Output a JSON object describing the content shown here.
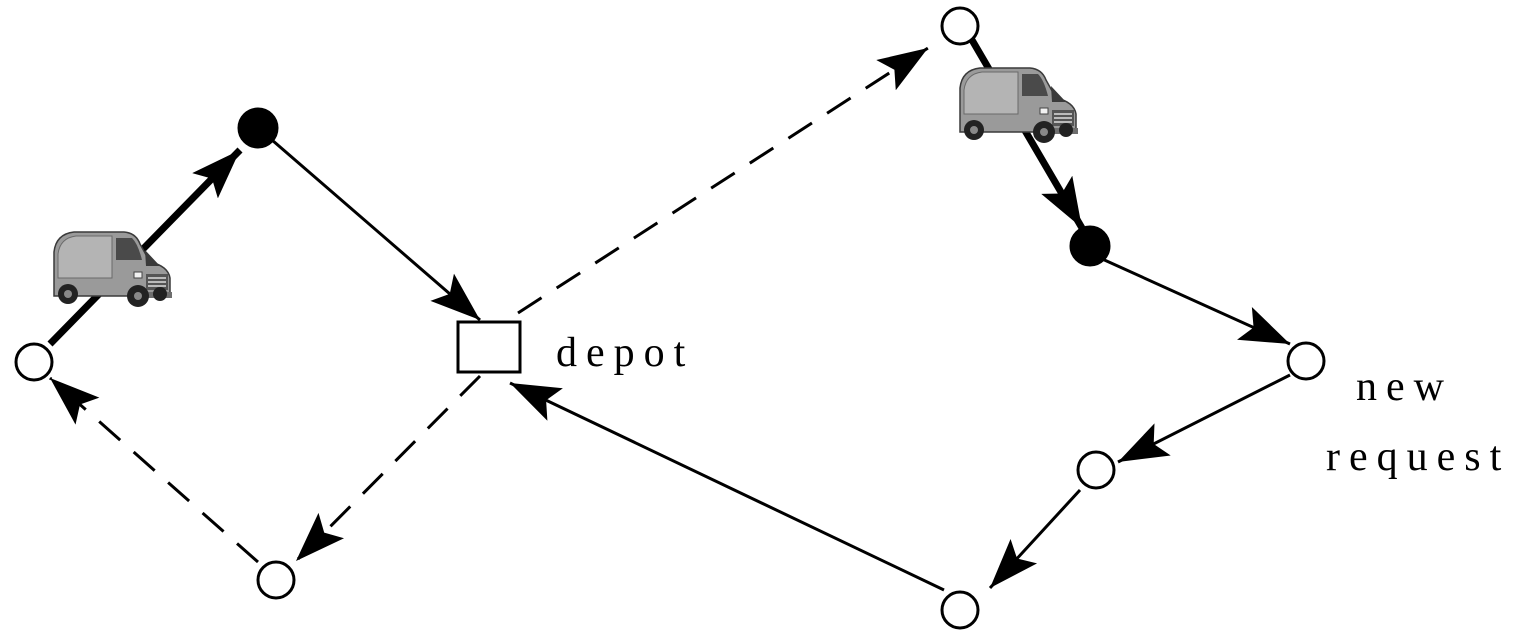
{
  "labels": {
    "depot": "depot",
    "new_request_line1": "new",
    "new_request_line2": "request"
  },
  "legend": {
    "icons": {
      "unvisited_customer": "open-circle",
      "visited_customer": "filled-circle",
      "depot": "square",
      "vehicle": "van-icon"
    },
    "line_styles": {
      "traversed": "thick-solid",
      "planned": "thin-solid",
      "changed_route": "dashed"
    }
  },
  "colors": {
    "stroke": "#000000",
    "background": "#ffffff",
    "van_body": "#9a9a9a",
    "van_dark": "#4a4a4a"
  }
}
